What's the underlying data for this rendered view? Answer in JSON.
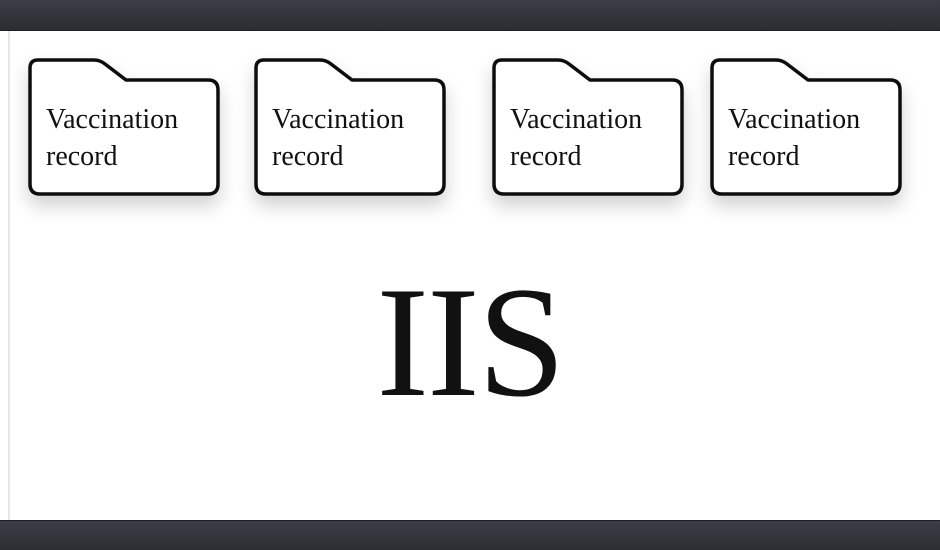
{
  "folders": [
    {
      "label": "Vaccination record"
    },
    {
      "label": "Vaccination record"
    },
    {
      "label": "Vaccination record"
    },
    {
      "label": "Vaccination record"
    }
  ],
  "system_label": "IIS",
  "icons": {
    "folder": "folder-icon"
  },
  "colors": {
    "header_bar": "#2f3237",
    "background": "#ffffff",
    "outline": "#111111"
  }
}
